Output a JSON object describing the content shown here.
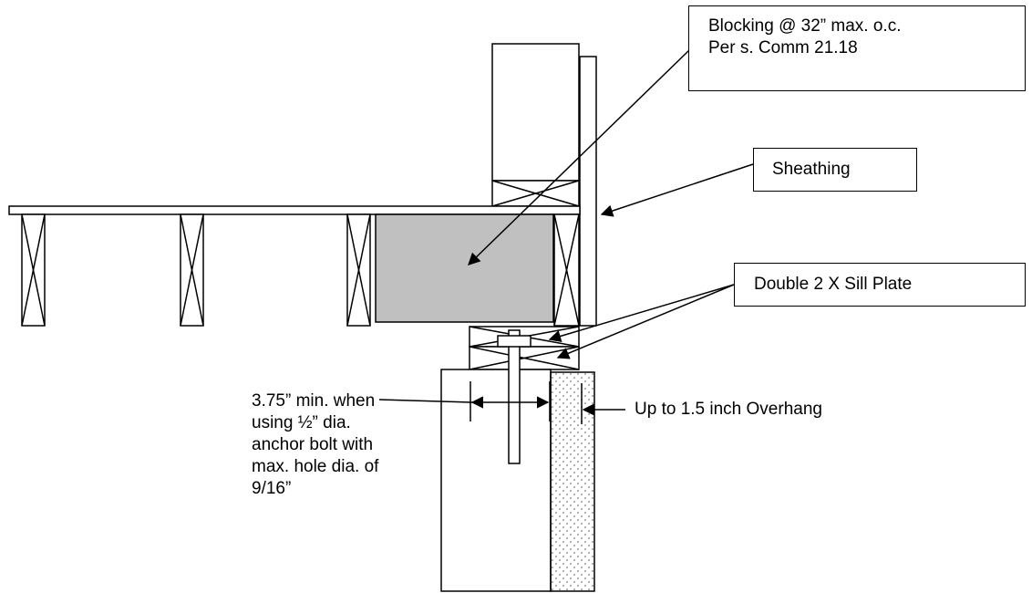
{
  "labels": {
    "blocking_line1": "Blocking @ 32” max. o.c.",
    "blocking_line2": "Per s. Comm 21.18",
    "sheathing": "Sheathing",
    "sill_plate": "Double 2 X Sill Plate",
    "overhang": "Up to 1.5 inch Overhang",
    "clearance_line1": "3.75” min. when",
    "clearance_line2": "using ½” dia.",
    "clearance_line3": "anchor bolt with",
    "clearance_line4": "max. hole dia. of",
    "clearance_line5": "9/16”"
  },
  "colors": {
    "blocking_fill": "#c0c0c0",
    "line": "#000000",
    "background": "#ffffff"
  }
}
